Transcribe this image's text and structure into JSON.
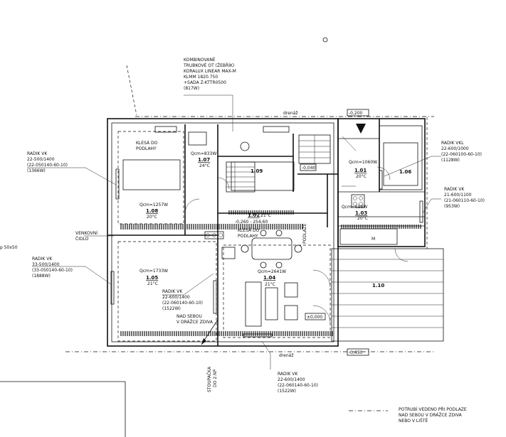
{
  "top_marker": "o",
  "drain_top": "drenáž",
  "drain_bottom": "drenáž",
  "level_top": "-0,200",
  "level_bottom": "-0,450",
  "level_zero": "±0,000",
  "level_minus_040": "-0,040",
  "left_edge_note": "p 50x50",
  "radiators": {
    "combined_ot": [
      "KOMBINOVANÉ",
      "TRUBKOVÉ OT (ŽEBŘÍK)",
      "KORALUX LINEAR MAX-M",
      "KLMM 1820.750",
      "+SADA Z-KTTR0500",
      "(817W)"
    ],
    "vk_left_top": [
      "RADIK VK",
      "22-500/1400",
      "(22-050140-60-10)",
      "(1366W)"
    ],
    "vk_left_bottom": [
      "RADIK VK",
      "33-500/1400",
      "(33-050140-60-10)",
      "(1888W)"
    ],
    "vk_center": [
      "RADIK VK",
      "22-600/1400",
      "(22-060140-60-10)",
      "(1522W)"
    ],
    "vk_bottom": [
      "RADIK VK",
      "22-600/1400",
      "(22-060140-60-10)",
      "(1522W)"
    ],
    "vkl_right": [
      "RADIK VKL",
      "22-600/1000",
      "(22-060100-60-10)",
      "(1128W)"
    ],
    "vk_right": [
      "RADIK VK",
      "21-600/1100",
      "(21-060110-60-10)",
      "(953W)"
    ]
  },
  "rooms": [
    {
      "id": "1.07",
      "qcm": "Qcm=833W",
      "temp": "24°C"
    },
    {
      "id": "1.08",
      "qcm": "Qcm=1257W",
      "temp": "20°C"
    },
    {
      "id": "1.09",
      "qcm": "",
      "temp": ""
    },
    {
      "id": "1.01",
      "qcm": "Qcm=1060W",
      "temp": "20°C"
    },
    {
      "id": "1.06",
      "qcm": "",
      "temp": ""
    },
    {
      "id": "1.03",
      "qcm": "Qcm=698W",
      "temp": "20°C"
    },
    {
      "id": "1.02",
      "qcm": "",
      "temp": "21°C"
    },
    {
      "id": "1.05",
      "qcm": "Qcm=1733W",
      "temp": "21°C"
    },
    {
      "id": "1.04",
      "qcm": "Qcm=2641W",
      "temp": "21°C"
    },
    {
      "id": "1.10",
      "qcm": "",
      "temp": ""
    }
  ],
  "labels": {
    "klesa_do_1": "KLESÁ DO",
    "podlahy_1": "PODLAHY",
    "klesa_do_2": "KLESÁ DO",
    "podlahy_2": "PODLAHY",
    "podlaze": "PODLAZE",
    "venkovni_1": "VENKOVNÍ",
    "venkovni_2": "ČIDLO",
    "nad_sebou_1": "NAD SEBOU",
    "nad_sebou_2": "V DRÁŽCE ZDIVA",
    "stoupacka_1": "STOUPAČKA",
    "stoupacka_2": "DO 2.NP",
    "pipe_value": "-0,260 - 254,60",
    "fridge": "M"
  },
  "legend": {
    "text_lines": [
      "POTRUBÍ VEDENO PŘI PODLAZE",
      "NAD SEBOU V DRÁŽCE ZDIVA",
      "NEBO V LIŠTĚ"
    ]
  }
}
